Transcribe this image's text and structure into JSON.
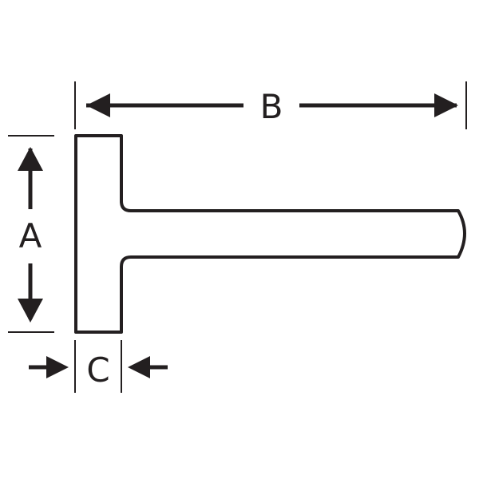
{
  "colors": {
    "stroke": "#231f20",
    "background": "#ffffff"
  },
  "labels": {
    "a": "A",
    "b": "B",
    "c": "C"
  }
}
